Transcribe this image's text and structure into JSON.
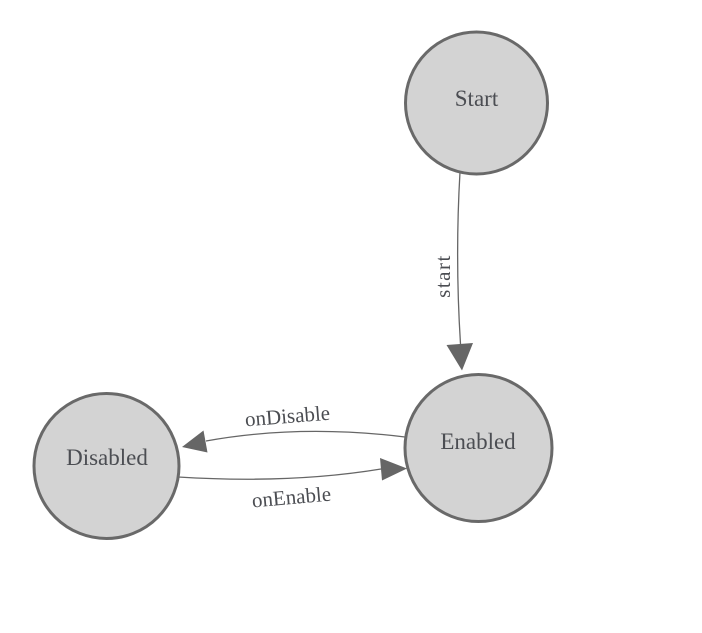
{
  "diagram": {
    "type": "state-machine",
    "nodes": [
      {
        "id": "start",
        "label": "Start"
      },
      {
        "id": "enabled",
        "label": "Enabled"
      },
      {
        "id": "disabled",
        "label": "Disabled"
      }
    ],
    "edges": [
      {
        "from": "Start",
        "to": "Enabled",
        "label": "start"
      },
      {
        "from": "Enabled",
        "to": "Disabled",
        "label": "onDisable"
      },
      {
        "from": "Disabled",
        "to": "Enabled",
        "label": "onEnable"
      }
    ]
  },
  "colors": {
    "background": "#ffffff",
    "node_fill": "#d3d3d3",
    "node_stroke": "#696969",
    "edge_stroke": "#666666",
    "arrowhead_fill": "#666666",
    "label_text": "#4b4d52"
  }
}
